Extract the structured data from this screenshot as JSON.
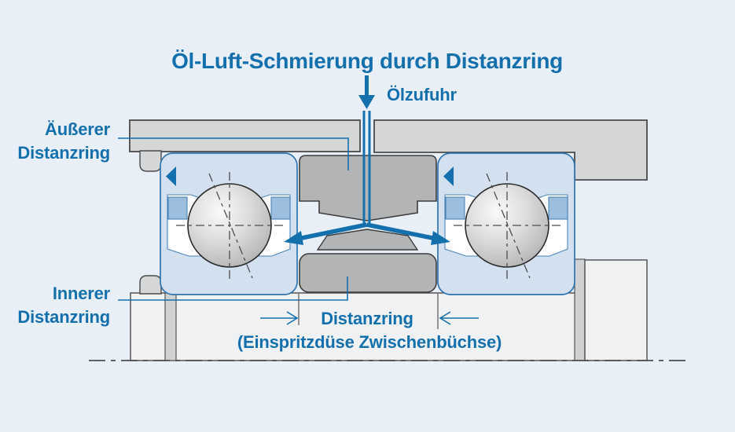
{
  "title": "Öl-Luft-Schmierung durch Distanzring",
  "labels": {
    "oil_supply": "Ölzufuhr",
    "outer_spacer": [
      "Äußerer",
      "Distanzring"
    ],
    "inner_spacer": [
      "Innerer",
      "Distanzring"
    ],
    "spacer": "Distanzring",
    "spacer_detail": "(Einspritzdüse Zwischenbüchse)"
  },
  "colors": {
    "background": "#e9eff7",
    "text_blue": "#1470ad",
    "arrow_blue": "#1470ad",
    "housing_gray": "#d5d6d7",
    "spacer_gray": "#b3b4b5",
    "bearing_ring_blue": "#d3e0ef",
    "cage_blue": "#9cbedf",
    "shaft_light": "#f0f1f2"
  }
}
